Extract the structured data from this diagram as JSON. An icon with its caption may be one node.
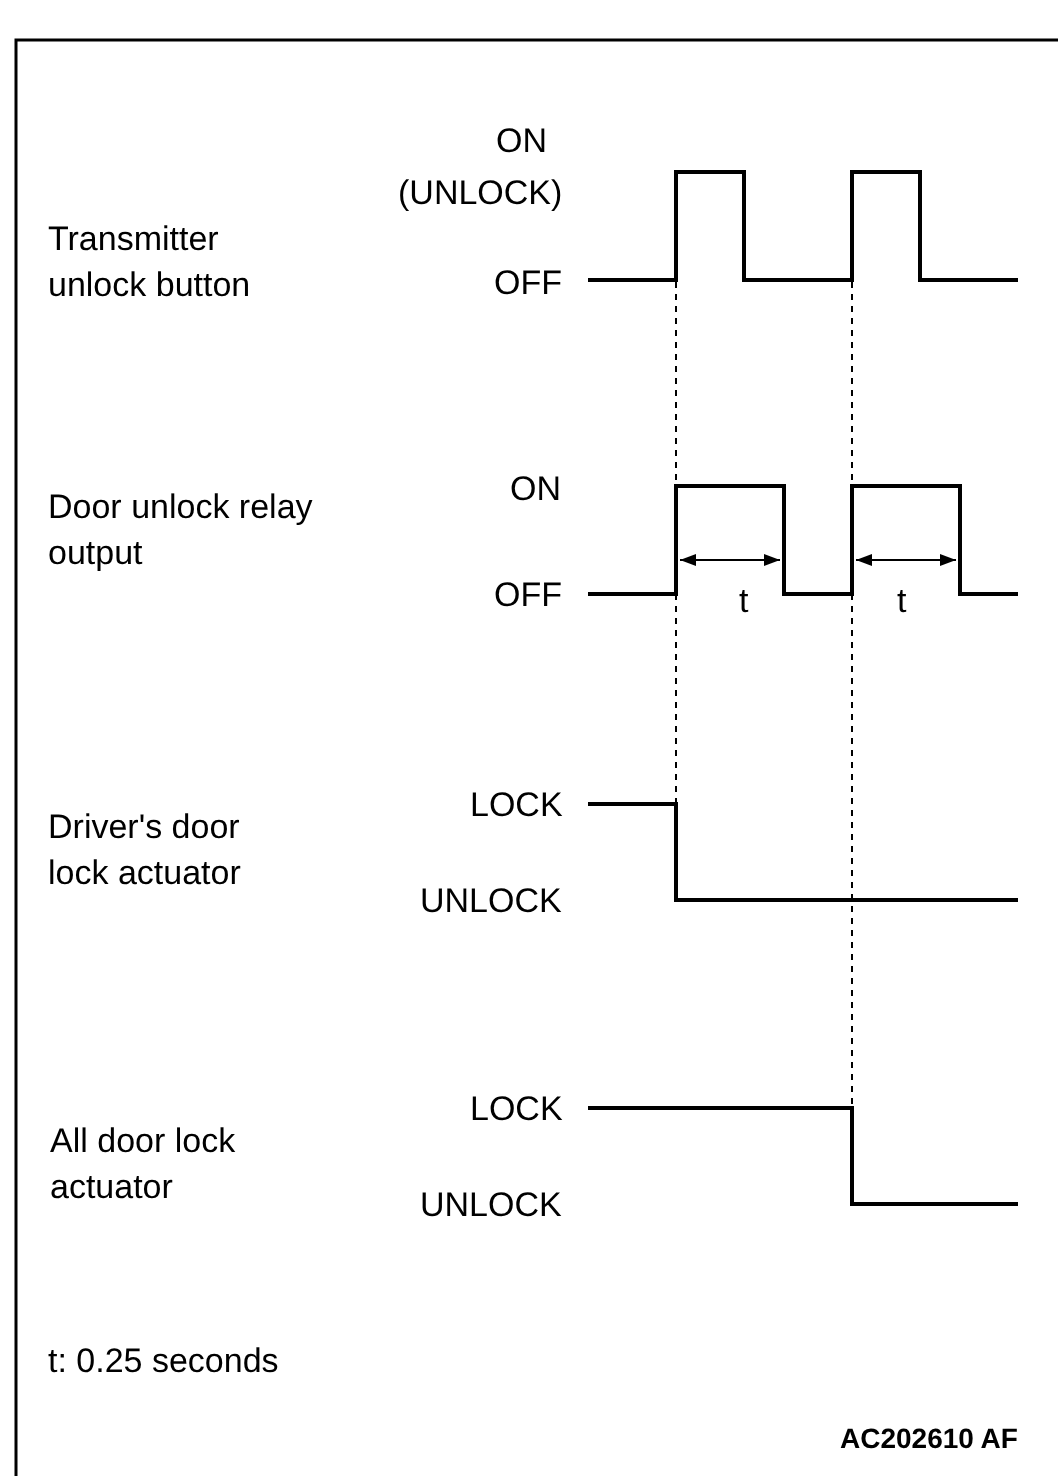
{
  "diagram": {
    "labels": [
      "ON",
      "Transmitter unlock button",
      "(UNLOCK)",
      "OFF",
      "ON",
      "Door unlock relay output",
      "OFF",
      "t",
      "t",
      "LOCK",
      "Driver's door lock actuator",
      "UNLOCK",
      "LOCK",
      "All door lock actuator",
      "UNLOCK",
      "t: 0.25 seconds",
      "AC202610 AF"
    ]
  }
}
